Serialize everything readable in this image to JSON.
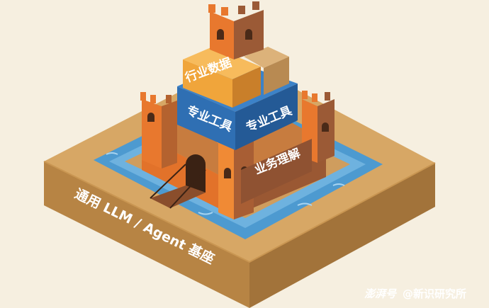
{
  "diagram": {
    "base_label": "通用 LLM / Agent 基座",
    "layers": {
      "industry_data": "行业数据",
      "tools_left": "专业工具",
      "tools_right": "专业工具",
      "business_understanding": "业务理解"
    }
  },
  "watermark": {
    "platform": "澎湃号",
    "account": "@新识研究所"
  },
  "colors": {
    "background": "#f6efe0",
    "base_top": "#d8a867",
    "base_side": "#b98545",
    "water": "#4d9ad0",
    "castle_orange": "#e8782e",
    "castle_brown": "#9b5a36",
    "tools_blue": "#2f6fb3",
    "data_orange": "#f0a53b"
  }
}
